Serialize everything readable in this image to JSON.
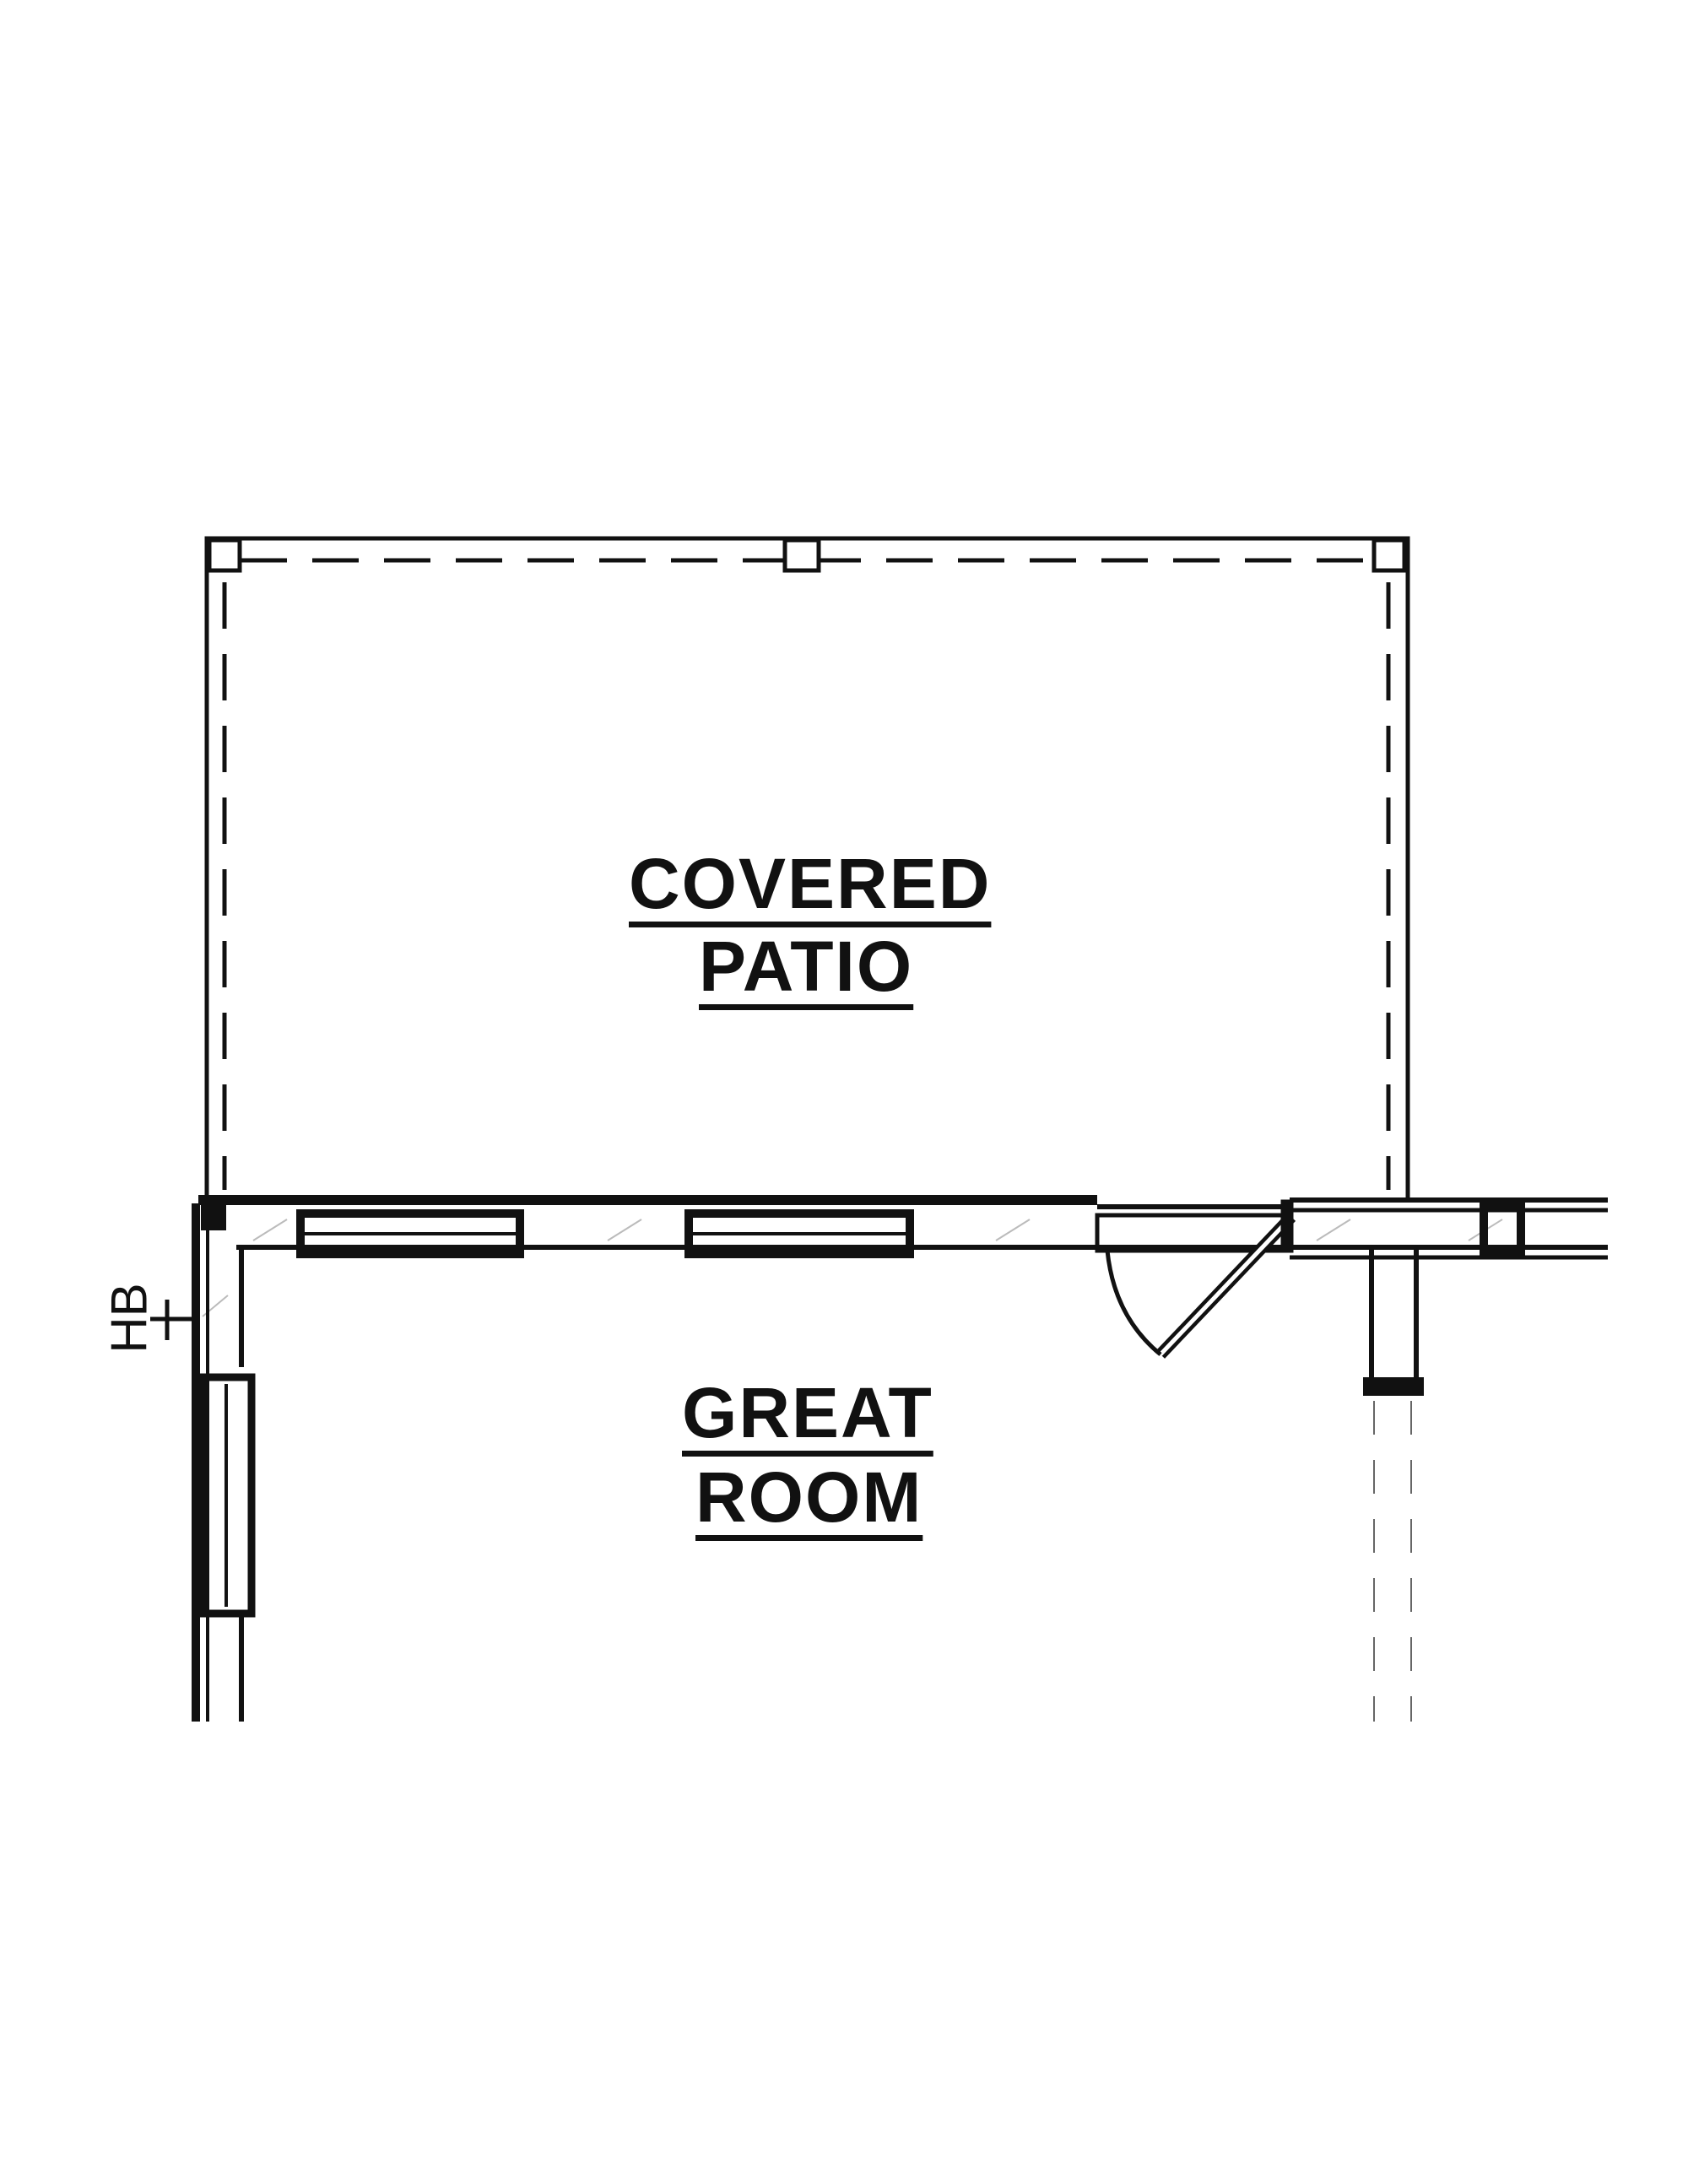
{
  "rooms": {
    "covered_patio": {
      "line1": "COVERED",
      "line2": "PATIO"
    },
    "great_room": {
      "line1": "GREAT",
      "line2": "ROOM"
    }
  },
  "fixtures": {
    "hose_bib": "HB"
  },
  "colors": {
    "ink": "#111111",
    "background": "#ffffff"
  }
}
